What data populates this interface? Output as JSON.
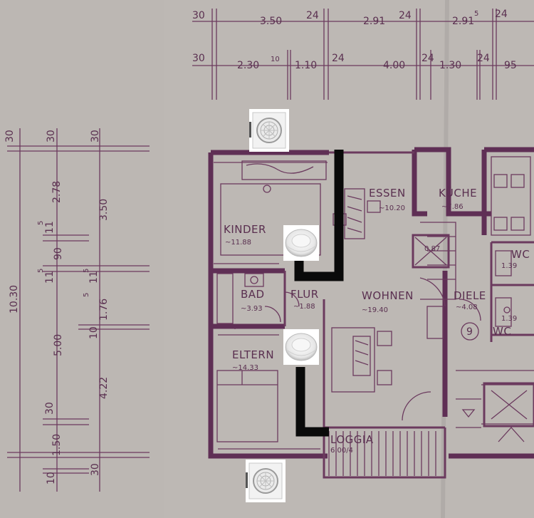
{
  "dimensions_top_row1": [
    "30",
    "3.50",
    "24",
    "2.91",
    "24",
    "2.91",
    "5",
    "24"
  ],
  "dimensions_top_row2": [
    "30",
    "2.30",
    "10",
    "1.10",
    "24",
    "4.00",
    "24",
    "1.30",
    "24",
    "95"
  ],
  "dimensions_left": [
    "30",
    "30",
    "30",
    "2.78",
    "3.50",
    "5",
    "11",
    "90",
    "5",
    "11",
    "5",
    "11",
    "10.30",
    "1.76",
    "5",
    "10",
    "5.00",
    "4.22",
    "30",
    "1.50",
    "10",
    "30"
  ],
  "rooms": [
    {
      "name": "KINDER",
      "area": "~11.88"
    },
    {
      "name": "ESSEN",
      "area": "~10.20"
    },
    {
      "name": "KÜCHE",
      "area": "~7.86"
    },
    {
      "name": "BAD",
      "area": "~3.93"
    },
    {
      "name": "FLUR",
      "area": "~1.88"
    },
    {
      "name": "WOHNEN",
      "area": "~19.40"
    },
    {
      "name": "DIELE",
      "area": "~4.08"
    },
    {
      "name": "ELTERN",
      "area": "~14.33"
    },
    {
      "name": "LOGGIA",
      "area": "6.00/4"
    }
  ],
  "labels": {
    "wc_upper": "WC",
    "wc_upper_area": "1.39",
    "wc_lower": "WC",
    "wc_lower_area": "1.39",
    "shaft_area": "0.87",
    "stair_number": "9"
  },
  "icons": [
    "wall-fan-icon",
    "ceiling-vent-icon",
    "ceiling-vent-icon",
    "wall-fan-icon"
  ],
  "colors": {
    "paper": "#bdb8b4",
    "ink": "#6b3a5e",
    "duct": "#0a0a0a"
  }
}
